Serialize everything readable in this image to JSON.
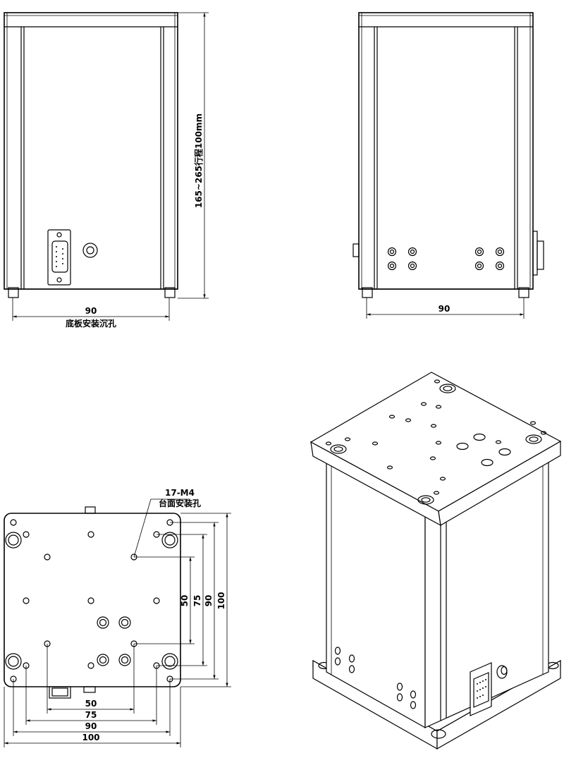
{
  "front_view": {
    "width_dim": "90",
    "width_note": "底板安装沉孔",
    "height_dim": "165~265行程100mm"
  },
  "side_view": {
    "width_dim": "90"
  },
  "top_view": {
    "hole_callout": "17-M4",
    "hole_callout_note": "台面安装孔",
    "dims_vertical": [
      "50",
      "75",
      "90",
      "100"
    ],
    "dims_horizontal": [
      "50",
      "75",
      "90",
      "100"
    ]
  }
}
